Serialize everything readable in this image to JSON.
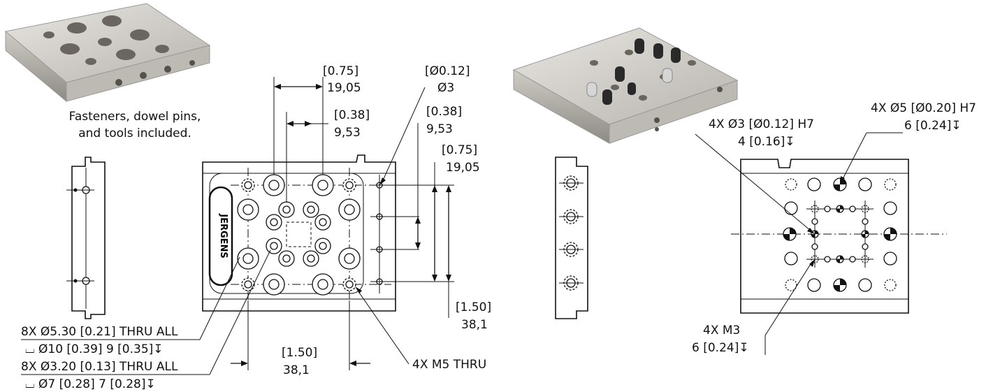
{
  "notes": {
    "caption_line1": "Fasteners, dowel pins,",
    "caption_line2": "and tools included."
  },
  "left_dims": {
    "d1_in": "[0.75]",
    "d1_mm": "19,05",
    "d2_in": "[0.38]",
    "d2_mm": "9,53",
    "dia_in": "[Ø0.12]",
    "dia_mm": "Ø3",
    "d3_in": "[0.38]",
    "d3_mm": "9,53",
    "d4_in": "[0.75]",
    "d4_mm": "19,05",
    "d5_in": "[1.50]",
    "d5_mm": "38,1",
    "d6_in": "[1.50]",
    "d6_mm": "38,1",
    "callout_a1": "8X Ø5.30 [0.21] THRU ALL",
    "callout_a2": "⌴ Ø10 [0.39]  9 [0.35]↧",
    "callout_b1": "8X Ø3.20 [0.13] THRU ALL",
    "callout_b2": "⌴ Ø7 [0.28]  7 [0.28]↧",
    "callout_m5": "4X M5 THRU"
  },
  "right_dims": {
    "h7a_1": "4X Ø3 [Ø0.12] H7",
    "h7a_2": "4 [0.16]↧",
    "h7b_1": "4X Ø5 [Ø0.20] H7",
    "h7b_2": "6 [0.24]↧",
    "m3_1": "4X M3",
    "m3_2": "6 [0.24]↧"
  },
  "logo": {
    "brand": "JERGENS"
  }
}
